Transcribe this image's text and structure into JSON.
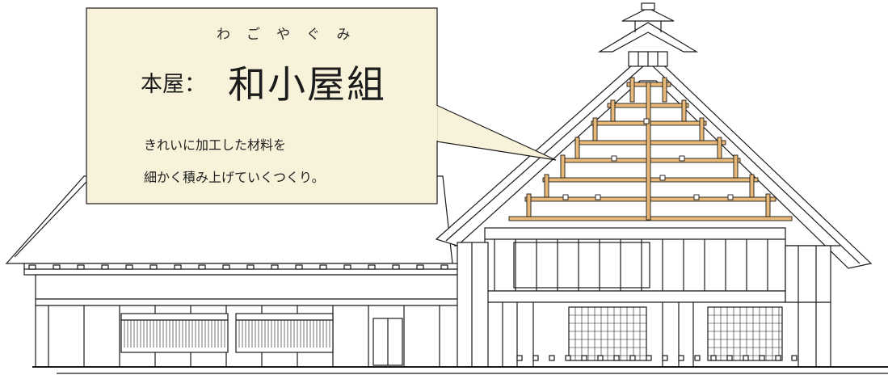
{
  "colors": {
    "callout_fill": "#f7f2d9",
    "timber": "#e9b979",
    "line": "#1a1a1a",
    "background": "#ffffff"
  },
  "callout": {
    "ruby": "わごやぐみ",
    "prefix": "本屋：",
    "title": "和小屋組",
    "description_line1": "きれいに加工した材料を",
    "description_line2": "細かく積み上げていくつくり。"
  }
}
